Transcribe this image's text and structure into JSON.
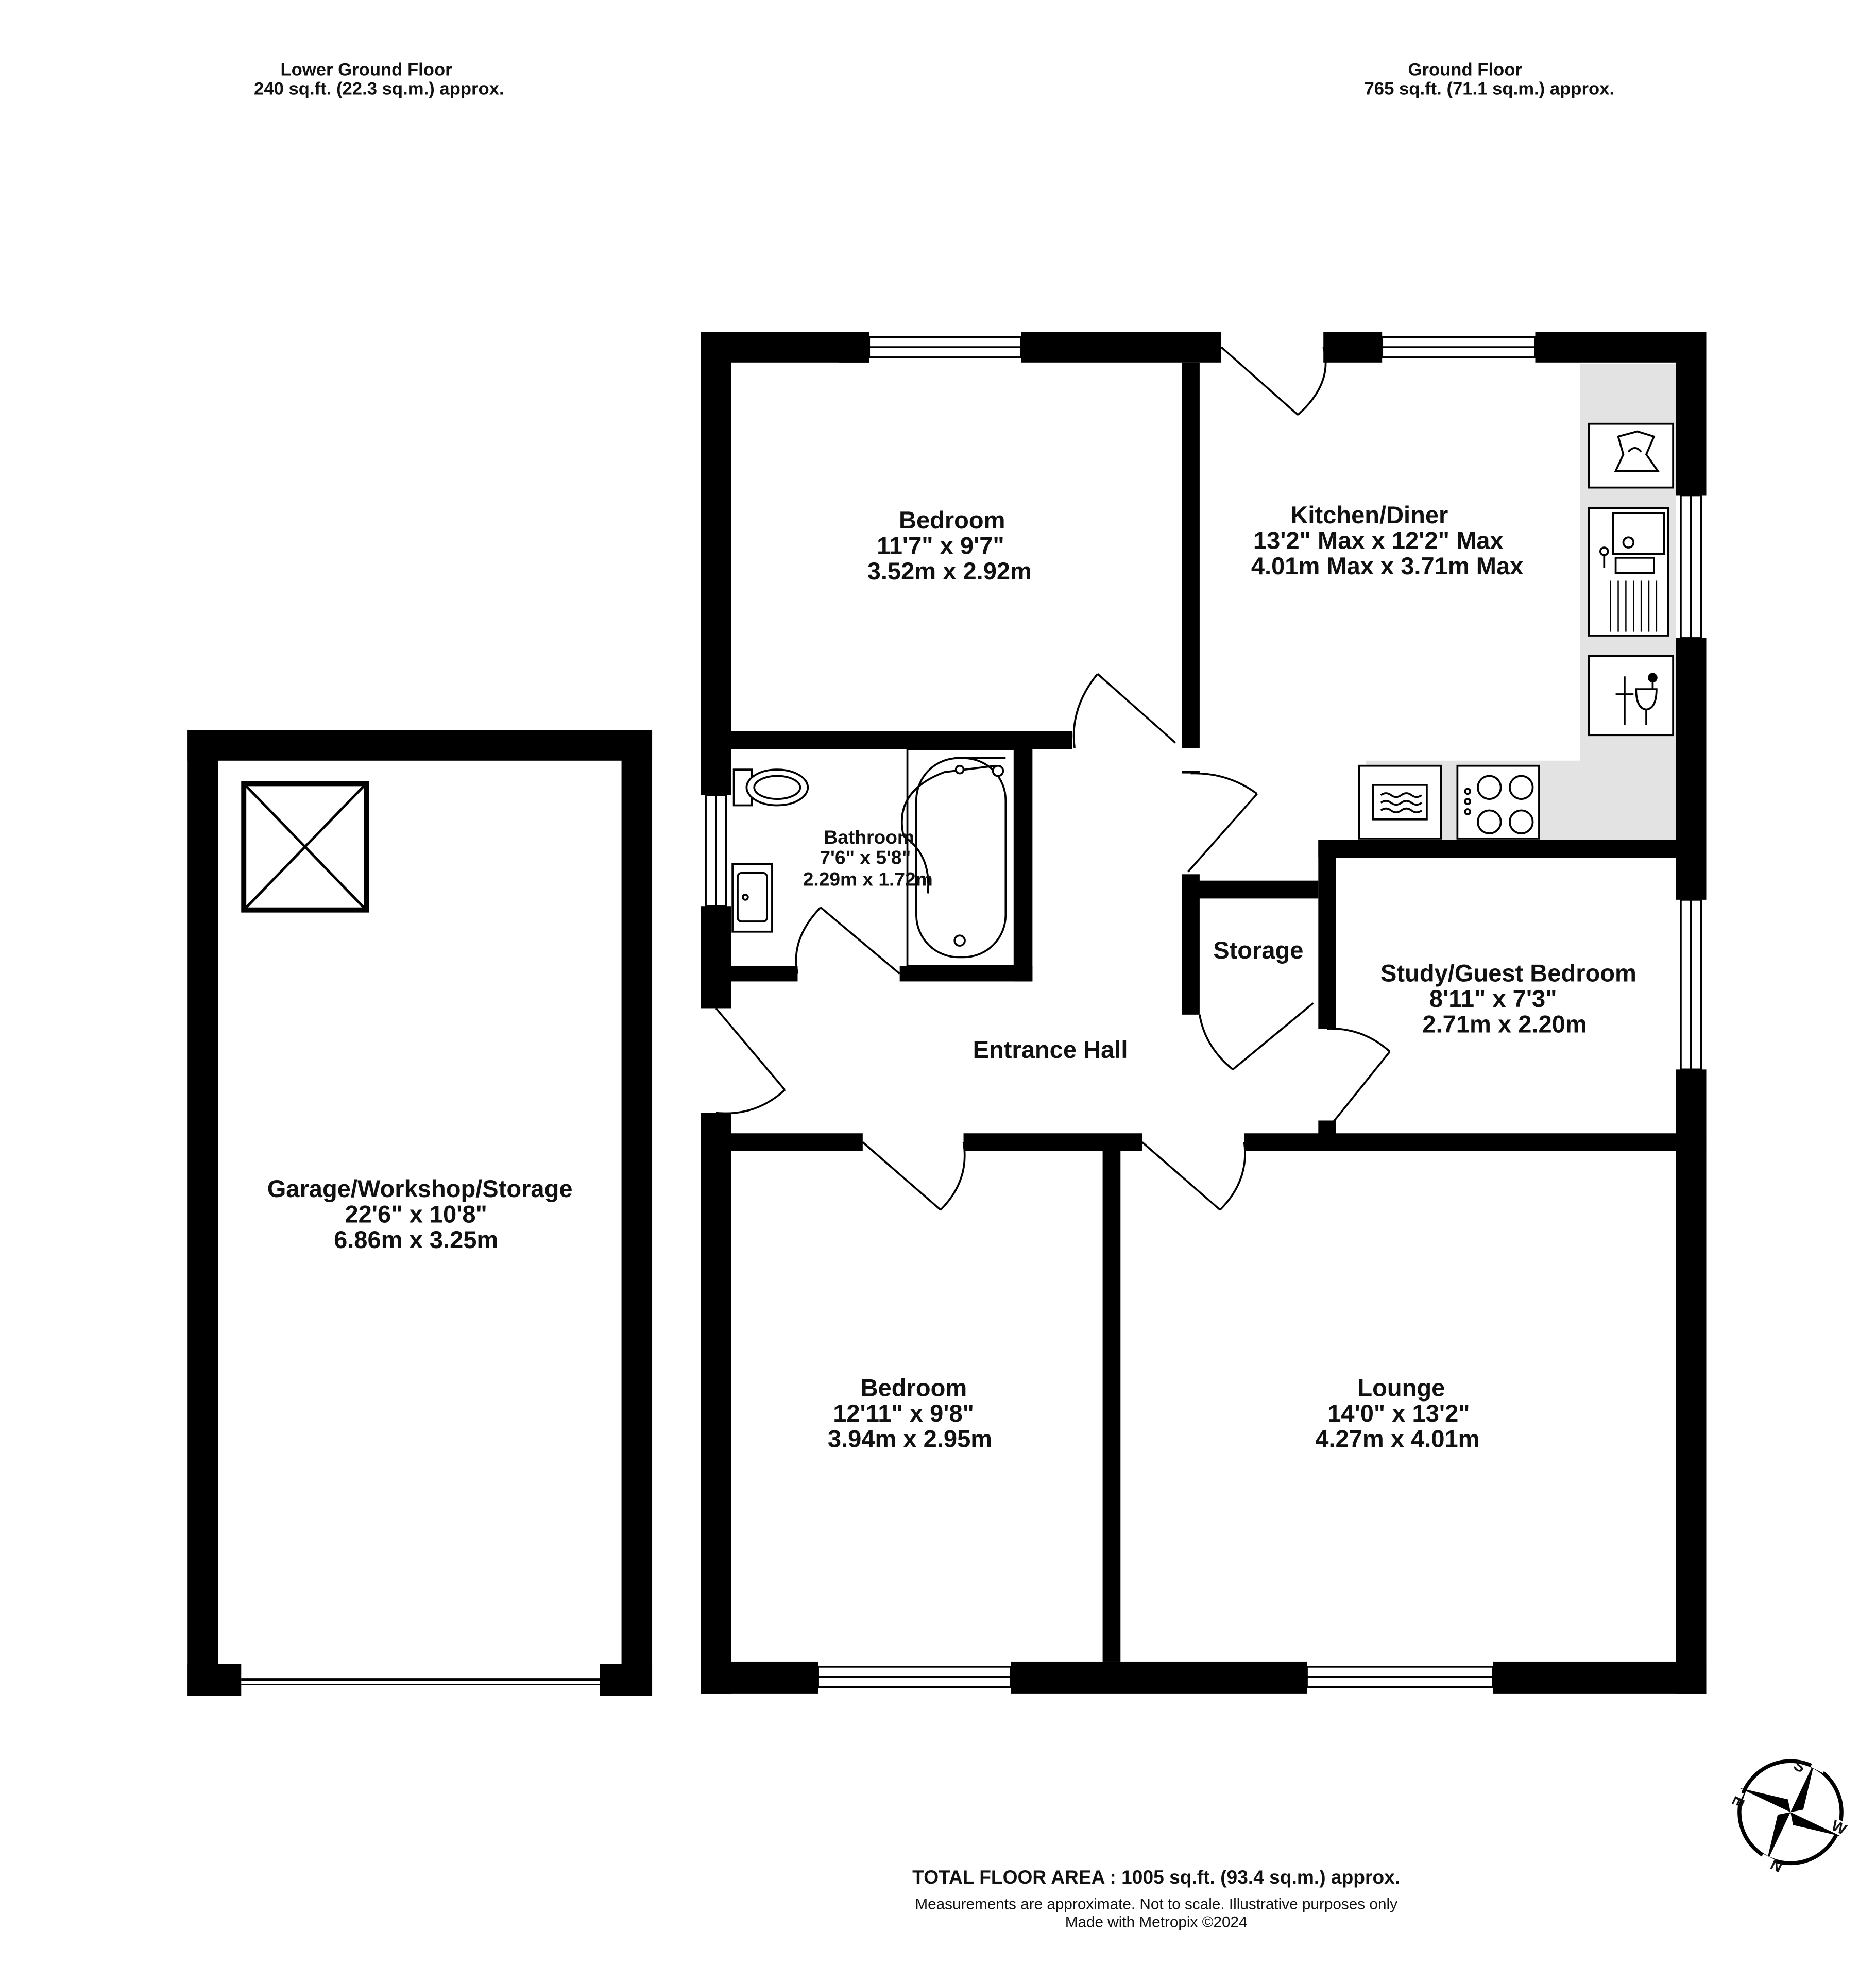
{
  "floors": {
    "lower": {
      "name": "Lower Ground Floor",
      "area": "240 sq.ft. (22.3 sq.m.) approx."
    },
    "ground": {
      "name": "Ground Floor",
      "area": "765 sq.ft. (71.1 sq.m.) approx."
    }
  },
  "rooms": {
    "garage": {
      "name": "Garage/Workshop/Storage",
      "imperial": "22'6\"  x 10'8\"",
      "metric": "6.86m  x 3.25m"
    },
    "bedroom_top": {
      "name": "Bedroom",
      "imperial": "11'7\"  x 9'7\"",
      "metric": "3.52m  x 2.92m"
    },
    "kitchen": {
      "name": "Kitchen/Diner",
      "imperial": "13'2\" Max x 12'2\" Max",
      "metric": "4.01m Max x 3.71m Max"
    },
    "bathroom": {
      "name": "Bathroom",
      "imperial": "7'6\"  x 5'8\"",
      "metric": "2.29m  x 1.72m"
    },
    "storage": {
      "name": "Storage"
    },
    "study": {
      "name": "Study/Guest Bedroom",
      "imperial": "8'11\"  x 7'3\"",
      "metric": "2.71m  x 2.20m"
    },
    "hall": {
      "name": "Entrance Hall"
    },
    "bedroom_bottom": {
      "name": "Bedroom",
      "imperial": "12'11\"  x 9'8\"",
      "metric": "3.94m  x 2.95m"
    },
    "lounge": {
      "name": "Lounge",
      "imperial": "14'0\"  x 13'2\"",
      "metric": "4.27m  x 4.01m"
    }
  },
  "compass": {
    "n": "N",
    "s": "S",
    "e": "E",
    "w": "W"
  },
  "footer": {
    "total": "TOTAL FLOOR AREA : 1005 sq.ft. (93.4 sq.m.) approx.",
    "disclaimer": "Measurements are approximate.  Not to scale.  Illustrative purposes only",
    "credit": "Made with Metropix ©2024"
  },
  "colors": {
    "wall": "#000000",
    "kitchen_floor": "#e3e3e3",
    "background": "#ffffff"
  }
}
